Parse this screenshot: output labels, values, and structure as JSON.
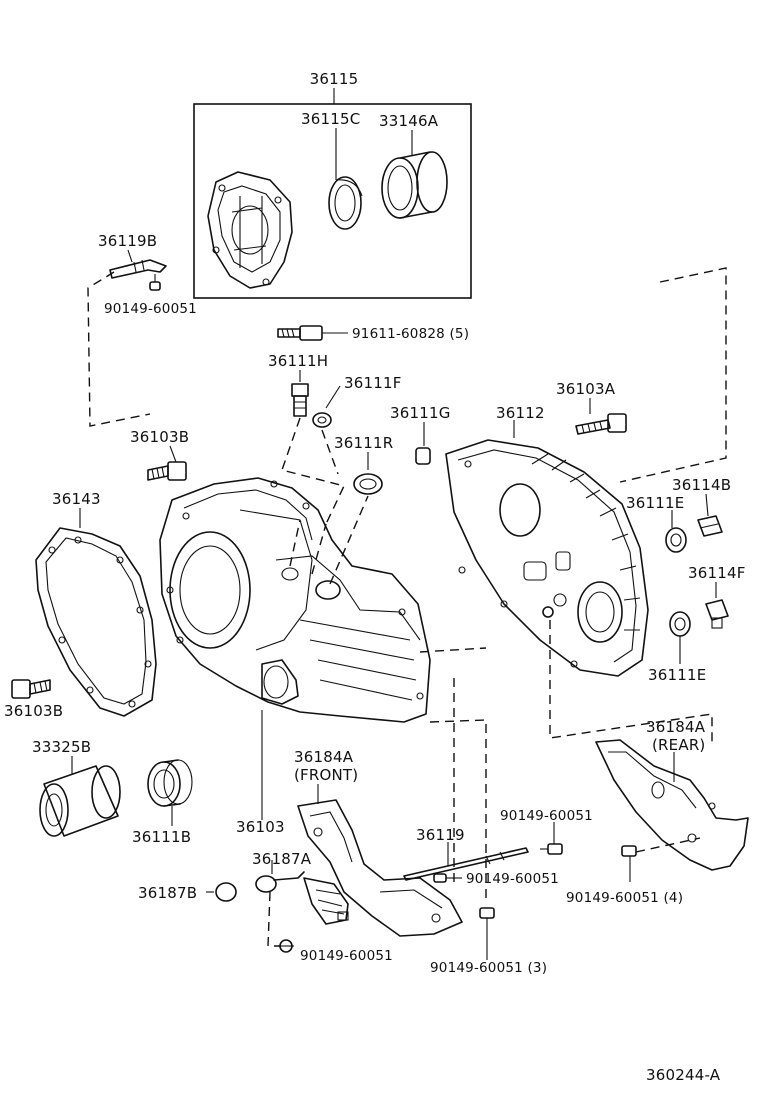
{
  "callouts": {
    "p36115": "36115",
    "p36115C": "36115C",
    "p33146A": "33146A",
    "p36119B": "36119B",
    "p90149_top": "90149-60051",
    "p91611": "91611-60828 (5)",
    "p36111H": "36111H",
    "p36111F": "36111F",
    "p36103A": "36103A",
    "p36111G": "36111G",
    "p36112": "36112",
    "p36103B_top": "36103B",
    "p36111R": "36111R",
    "p36111E_top": "36111E",
    "p36114B": "36114B",
    "p36143": "36143",
    "p36114F": "36114F",
    "p36111E_bottom": "36111E",
    "p36103B_left": "36103B",
    "p36184A_rear": "36184A",
    "rear_note": "(REAR)",
    "p33325B": "33325B",
    "p36184A_front": "36184A",
    "front_note": "(FRONT)",
    "p36103": "36103",
    "p90149_mid": "90149-60051",
    "p36111B": "36111B",
    "p36119": "36119",
    "p36187A": "36187A",
    "p90149_clip": "90149-60051",
    "p36187B": "36187B",
    "p90149_rear4": "90149-60051 (4)",
    "p90149_bottom": "90149-60051",
    "p90149_front3": "90149-60051 (3)"
  },
  "figure_id": "360244-A",
  "icons": [
    "rear-cover-icon",
    "oil-seal-icon",
    "bearing-icon",
    "clip-icon",
    "bolt-icon",
    "plug-icon",
    "gasket-icon",
    "transaxle-case-icon",
    "extension-housing-icon",
    "sleeve-icon",
    "shield-plate-icon",
    "sensor-icon",
    "o-ring-icon",
    "rod-icon"
  ]
}
